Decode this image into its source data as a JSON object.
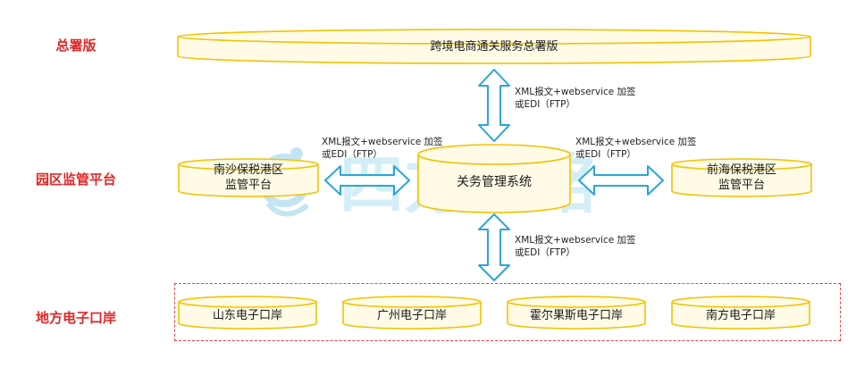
{
  "tiers": {
    "top": "总署版",
    "middle": "园区监管平台",
    "bottom": "地方电子口岸"
  },
  "systems": {
    "customs_hq": "跨境电商通关服务总署版",
    "customs_mgmt": "关务管理系统",
    "nansha_line1": "南沙保税港区",
    "nansha_line2": "监管平台",
    "qianhai_line1": "前海保税港区",
    "qianhai_line2": "监管平台",
    "ports": [
      "山东电子口岸",
      "广州电子口岸",
      "霍尔果斯电子口岸",
      "南方电子口岸"
    ]
  },
  "protocol": {
    "line1": "XML报文+webservice 加签",
    "line2": "或EDI（FTP）"
  },
  "watermark": {
    "text": "四方网络"
  },
  "colors": {
    "cylinder_fill": "#fffbe6",
    "cylinder_stroke": "#f2c200",
    "arrow_fill": "#ffffff",
    "arrow_stroke": "#2aa6d6",
    "tier_label": "#e32626"
  }
}
